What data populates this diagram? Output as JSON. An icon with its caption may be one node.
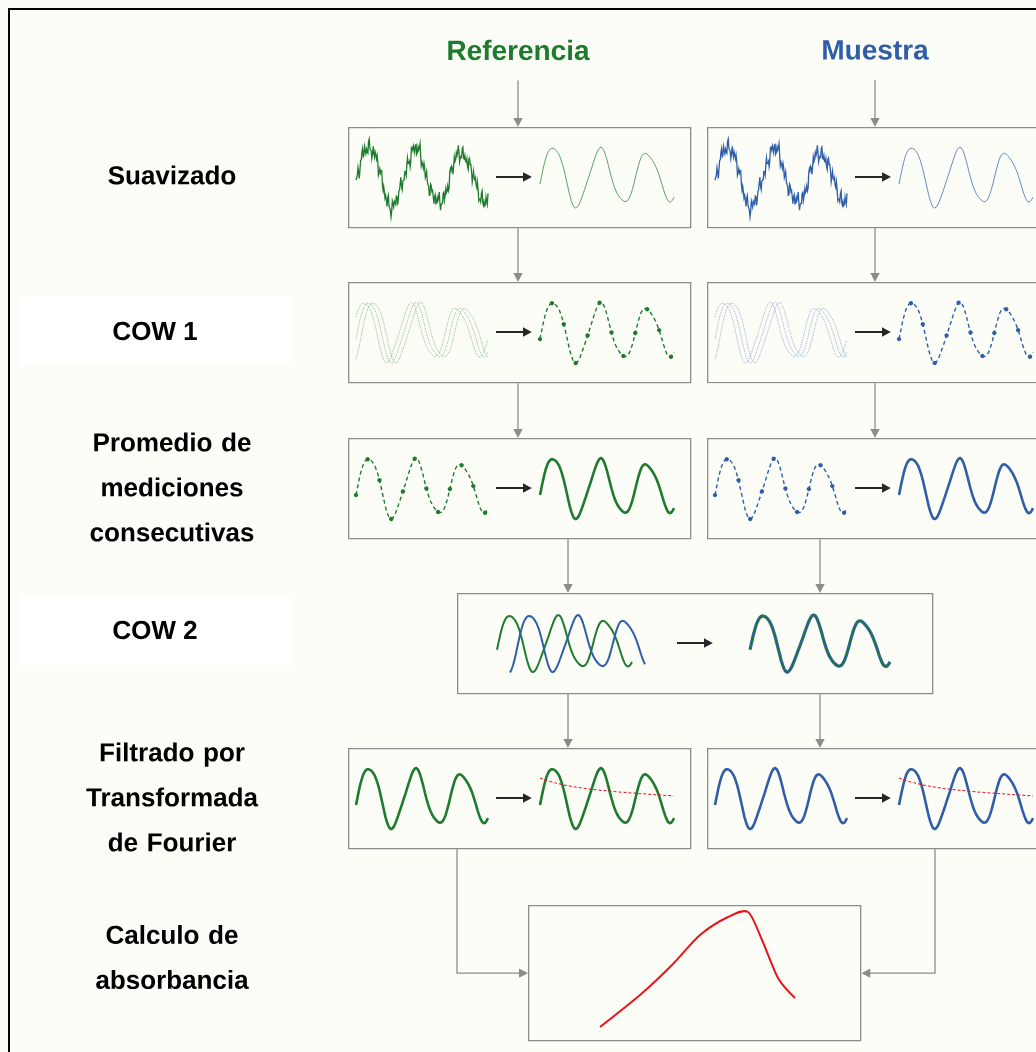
{
  "diagram": {
    "nodes": [
      {
        "text": [
          "Referencia"
        ]
      },
      {
        "text": [
          "Muestra"
        ]
      },
      {
        "text": [],
        "shape": "box"
      },
      {
        "text": [],
        "shape": "box"
      },
      {
        "text": [
          "COW 1"
        ]
      },
      {
        "text": [],
        "shape": "box"
      },
      {
        "text": [],
        "shape": "box"
      },
      {
        "text": [],
        "shape": "box"
      },
      {
        "text": [],
        "shape": "box"
      },
      {
        "text": [
          "COW 2"
        ]
      },
      {
        "text": [],
        "shape": "box"
      },
      {
        "text": [],
        "shape": "box"
      },
      {
        "text": [],
        "shape": "box"
      },
      {
        "text": [],
        "shape": "box"
      }
    ],
    "edges": [
      {
        "from": 0,
        "to": 2,
        "arrow": "to"
      },
      {
        "from": 1,
        "to": 3,
        "arrow": "to"
      },
      {
        "from": 2,
        "to": 5,
        "arrow": "to"
      },
      {
        "from": 3,
        "to": 6,
        "arrow": "to"
      },
      {
        "from": 5,
        "to": 7,
        "arrow": "to"
      },
      {
        "from": 6,
        "to": 8,
        "arrow": "to"
      },
      {
        "from": 7,
        "to": 10,
        "arrow": "to"
      },
      {
        "from": 8,
        "to": 10,
        "arrow": "to"
      },
      {
        "from": 10,
        "to": 11,
        "arrow": "to"
      },
      {
        "from": 10,
        "to": 12,
        "arrow": "to"
      },
      {
        "from": 11,
        "to": 13,
        "arrow": "to"
      },
      {
        "from": 12,
        "to": 13,
        "arrow": "to"
      }
    ],
    "labels": [
      "Suavizado",
      "Promedio de mediciones consecutivas",
      "Filtrado por Transformada de Fourier",
      "Calculo de absorbancia"
    ]
  }
}
